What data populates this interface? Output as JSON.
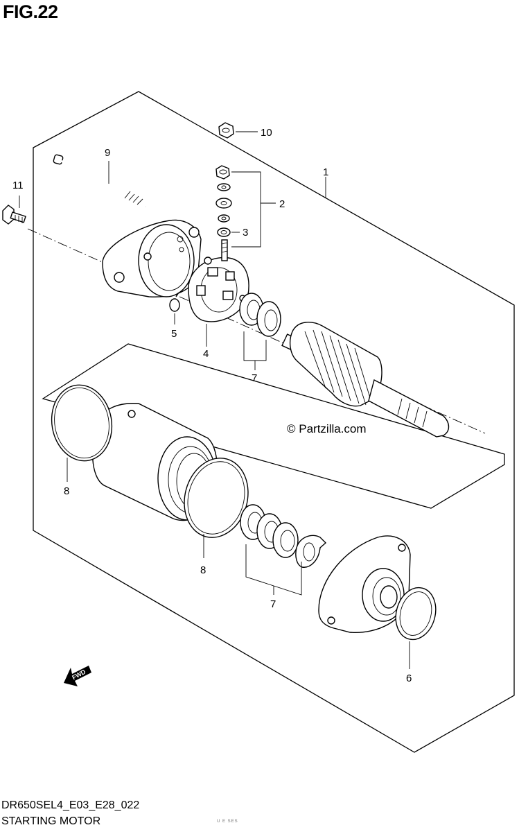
{
  "figure": {
    "title": "FIG.22",
    "model_code": "DR650SEL4_E03_E28_022",
    "name": "STARTING MOTOR",
    "small_code": "U   E   SES"
  },
  "watermark": "© Partzilla.com",
  "fwd_label": "FWD",
  "callouts": {
    "c1": "1",
    "c2": "2",
    "c3": "3",
    "c4": "4",
    "c5": "5",
    "c6": "6",
    "c7a": "7",
    "c7b": "7",
    "c8a": "8",
    "c8b": "8",
    "c9": "9",
    "c10": "10",
    "c11": "11"
  }
}
